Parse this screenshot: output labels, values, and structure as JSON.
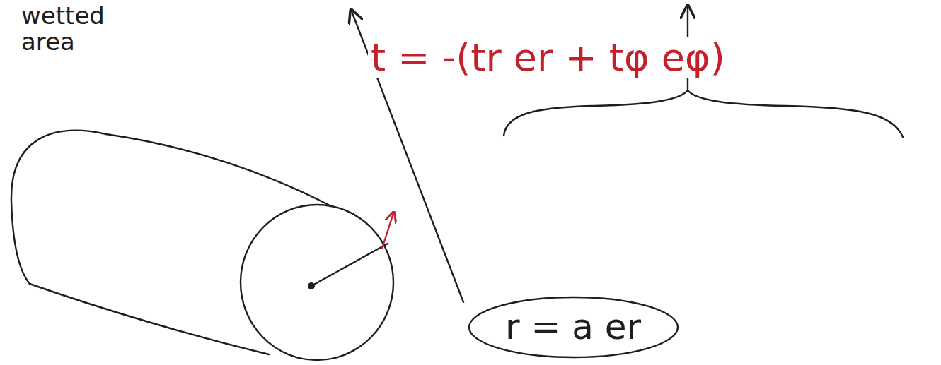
{
  "diagram": {
    "nodes": [
      {
        "text": [
          "r = a er"
        ]
      }
    ],
    "labels": [
      "wetted area",
      "t = -(tr er + tφ eφ)"
    ]
  }
}
